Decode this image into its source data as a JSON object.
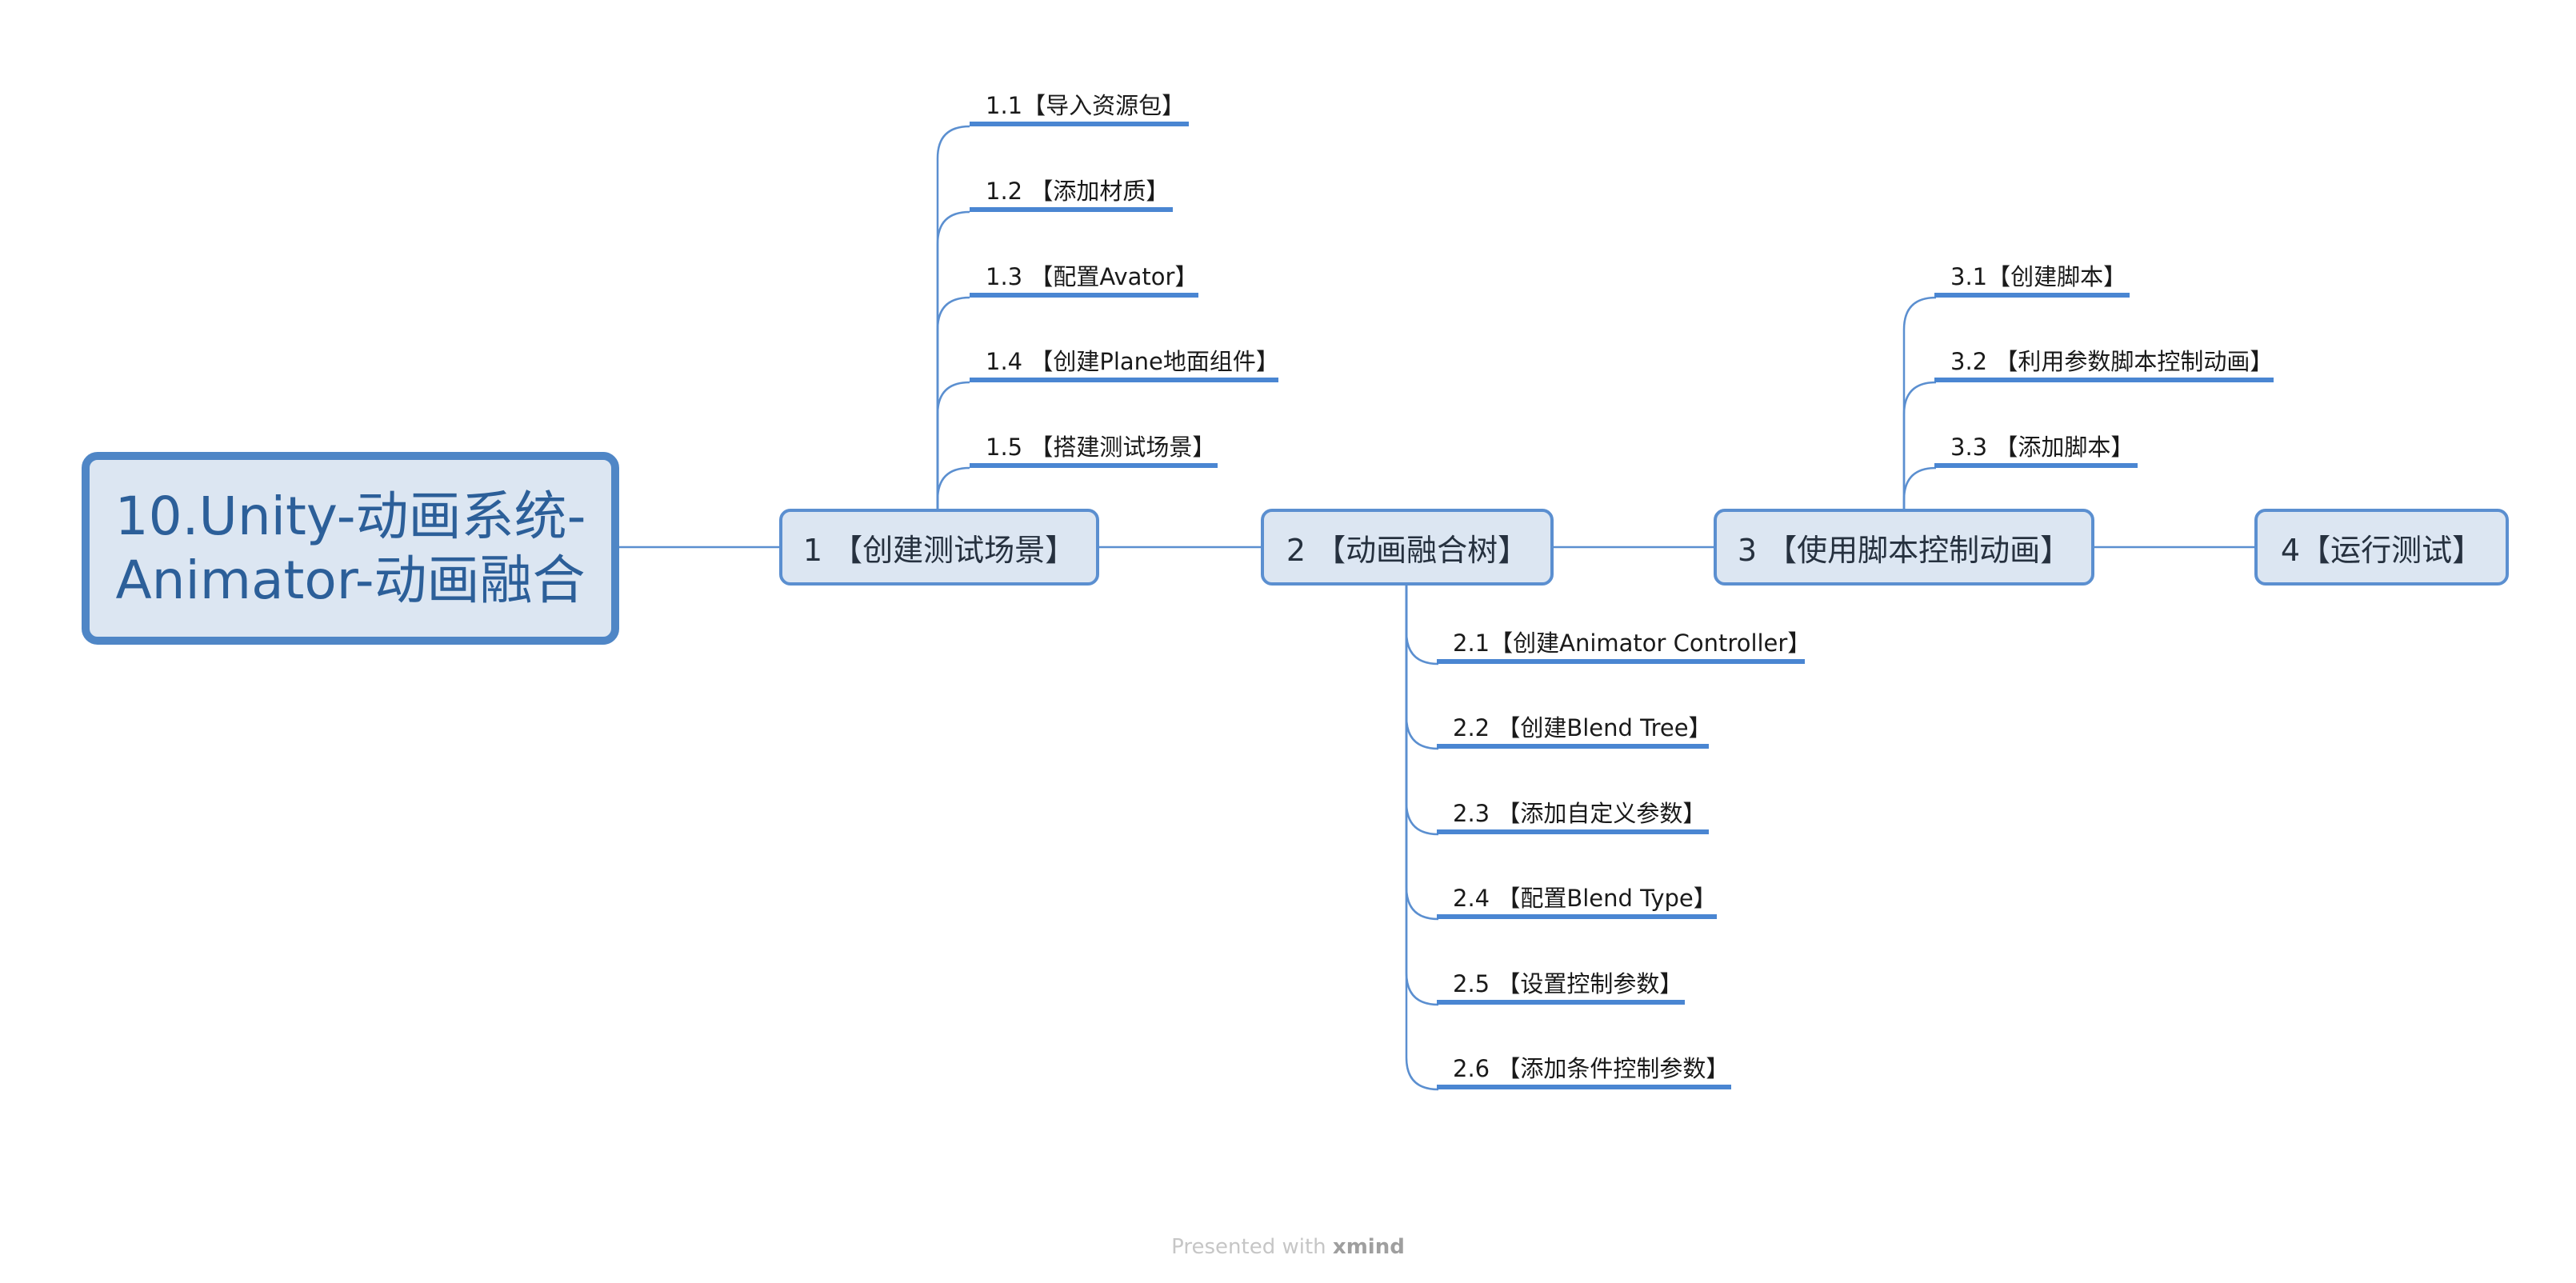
{
  "root": {
    "title_line1": "10.Unity-动画系统-",
    "title_line2": "Animator-动画融合"
  },
  "branches": [
    {
      "label": "1 【创建测试场景】",
      "children": [
        "1.1【导入资源包】",
        "1.2 【添加材质】",
        "1.3 【配置Avator】",
        "1.4 【创建Plane地面组件】",
        "1.5 【搭建测试场景】"
      ]
    },
    {
      "label": "2 【动画融合树】",
      "children": [
        "2.1【创建Animator Controller】",
        "2.2 【创建Blend Tree】",
        "2.3 【添加自定义参数】",
        "2.4 【配置Blend Type】",
        "2.5 【设置控制参数】",
        "2.6 【添加条件控制参数】"
      ]
    },
    {
      "label": "3 【使用脚本控制动画】",
      "children": [
        "3.1【创建脚本】",
        "3.2 【利用参数脚本控制动画】",
        "3.3 【添加脚本】"
      ]
    },
    {
      "label": "4【运行测试】",
      "children": []
    }
  ],
  "footer": {
    "prefix": "Presented with ",
    "brand": "xmind"
  },
  "colors": {
    "line": "#5b8fd0",
    "node_fill": "#dce6f2",
    "root_text": "#2c5f99",
    "underline": "#4a86d2"
  }
}
